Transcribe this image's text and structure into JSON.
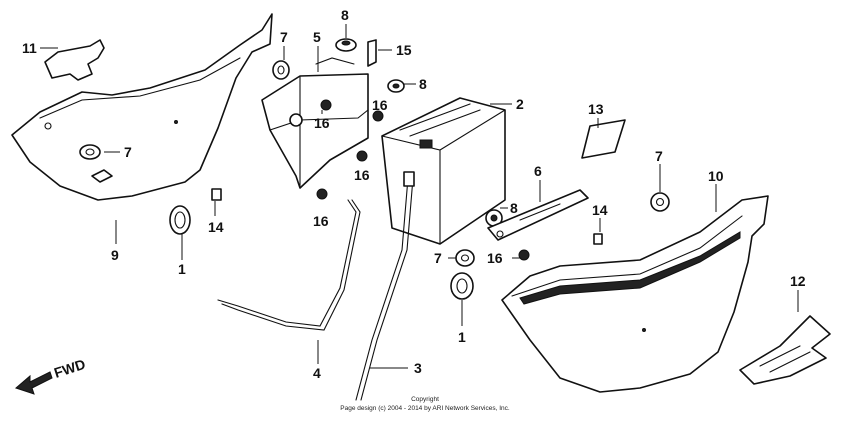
{
  "labels": {
    "l1a": "1",
    "l1b": "1",
    "l2": "2",
    "l3": "3",
    "l4": "4",
    "l5": "5",
    "l6": "6",
    "l7a": "7",
    "l7b": "7",
    "l7c": "7",
    "l7d": "7",
    "l8a": "8",
    "l8b": "8",
    "l8c": "8",
    "l9": "9",
    "l10": "10",
    "l11": "11",
    "l12": "12",
    "l13": "13",
    "l14a": "14",
    "l14b": "14",
    "l15": "15",
    "l16a": "16",
    "l16b": "16",
    "l16c": "16",
    "l16d": "16",
    "l16e": "16"
  },
  "fwd": "FWD",
  "copyright": {
    "line1": "Copyright",
    "line2": "Page design (c) 2004 - 2014 by ARI Network Services, Inc."
  }
}
